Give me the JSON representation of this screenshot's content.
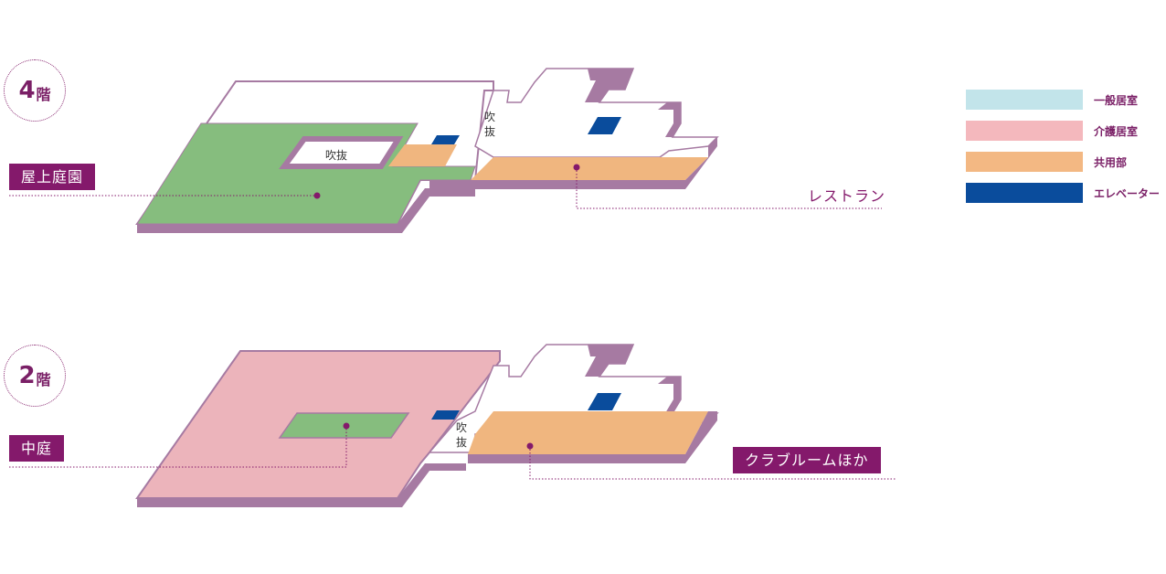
{
  "floors": [
    {
      "level": "4",
      "unit": "階",
      "labels": {
        "garden": "屋上庭園",
        "restaurant": "レストラン",
        "void_center": "吹抜",
        "void_side": "吹抜"
      }
    },
    {
      "level": "2",
      "unit": "階",
      "labels": {
        "courtyard": "中庭",
        "clubroom": "クラブルームほか",
        "void_side": "吹抜"
      }
    }
  ],
  "legend": [
    {
      "label": "一般居室",
      "color": "#c2e4ea"
    },
    {
      "label": "介護居室",
      "color": "#f4b8bd"
    },
    {
      "label": "共用部",
      "color": "#f3b883"
    },
    {
      "label": "エレベーター",
      "color": "#0a4c9c"
    }
  ],
  "colors": {
    "accent": "#84196b",
    "wall": "#a67aa2",
    "garden": "#86bd7e",
    "care_room": "#ecb4bb",
    "common": "#f0b67f",
    "elevator": "#0a4c9c"
  }
}
